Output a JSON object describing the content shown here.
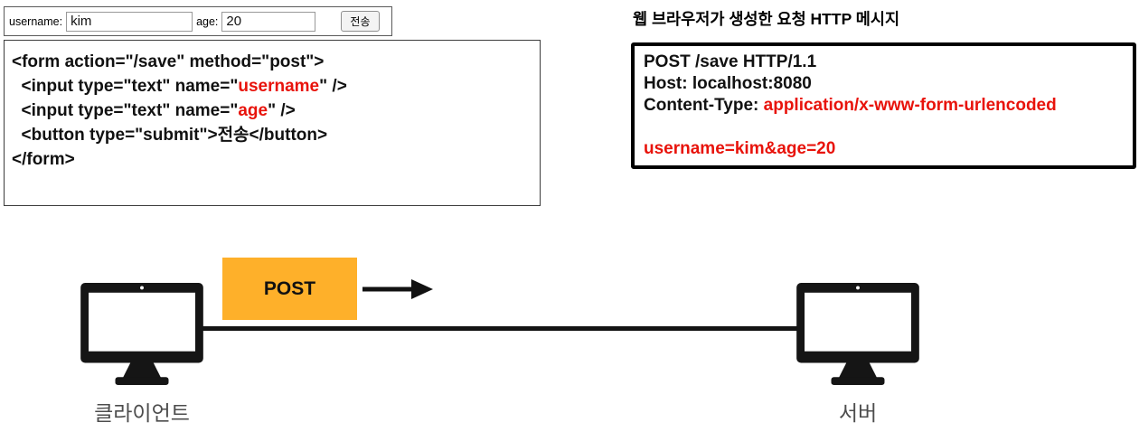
{
  "colors": {
    "code_red": "#e8130b",
    "post_box_orange": "#feb02a",
    "diagram_label_gray": "#4d4d4d"
  },
  "form_widget": {
    "username_label": "username:",
    "username_value": "kim",
    "age_label": "age:",
    "age_value": "20",
    "submit_label": "전송"
  },
  "code_box": {
    "lines": [
      {
        "pre": "<form action=\"/save\" method=\"post\">",
        "red": "",
        "post": ""
      },
      {
        "pre": "  <input type=\"text\" name=\"",
        "red": "username",
        "post": "\" />"
      },
      {
        "pre": "  <input type=\"text\" name=\"",
        "red": "age",
        "post": "\" />"
      },
      {
        "pre": "  <button type=\"submit\">전송</button>",
        "red": "",
        "post": ""
      },
      {
        "pre": "</form>",
        "red": "",
        "post": ""
      }
    ]
  },
  "http_message": {
    "title": "웹 브라우저가 생성한 요청 HTTP 메시지",
    "lines": [
      {
        "pre": "POST /save HTTP/1.1",
        "red": ""
      },
      {
        "pre": "Host: localhost:8080",
        "red": ""
      },
      {
        "pre": "Content-Type: ",
        "red": "application/x-www-form-urlencoded"
      },
      {
        "pre": "",
        "red": ""
      },
      {
        "pre": "",
        "red": "username=kim&age=20"
      }
    ]
  },
  "diagram": {
    "post_label": "POST",
    "client_label": "클라이언트",
    "server_label": "서버"
  }
}
